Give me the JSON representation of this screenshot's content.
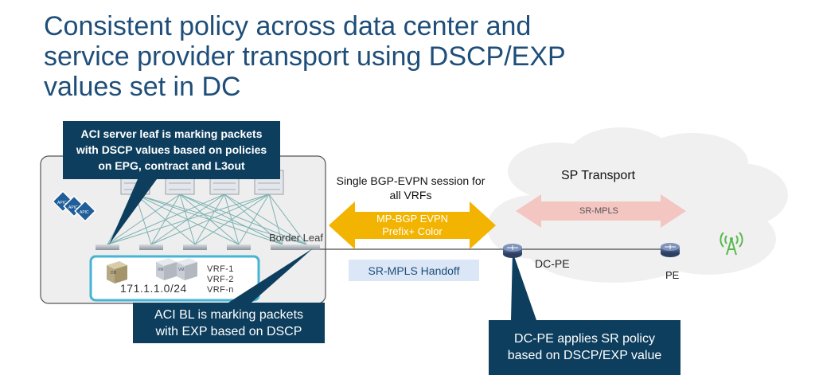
{
  "title": {
    "line1": "Consistent policy across data center and",
    "line2": "service provider transport using DSCP/EXP",
    "line3": "values set in DC"
  },
  "callouts": {
    "server_leaf": [
      "ACI server leaf is marking packets",
      "with DSCP values based on policies",
      "on EPG, contract and L3out"
    ],
    "border_leaf": [
      "ACI BL is marking packets",
      "with EXP based on DSCP"
    ],
    "dc_pe": [
      "DC-PE applies SR policy",
      "based on DSCP/EXP value"
    ]
  },
  "labels": {
    "bgp_session": [
      "Single BGP-EVPN session for",
      "all VRFs"
    ],
    "mp_bgp": [
      "MP-BGP EVPN",
      "Prefix+ Color"
    ],
    "sr_mpls_handoff": "SR-MPLS Handoff",
    "sp_transport": "SP Transport",
    "sr_mpls": "SR-MPLS",
    "border_leaf": "Border Leaf",
    "dc_pe": "DC-PE",
    "pe": "PE",
    "subnet": "171.1.1.0/24",
    "vrfs": [
      "VRF-1",
      "VRF-2",
      "VRF-n"
    ],
    "obj_db": "DB",
    "obj_vm1": "VM",
    "obj_vm2": "VM",
    "apic_tag": "APIC"
  },
  "colors": {
    "title": "#1e4e79",
    "callout_bg": "#0d3e5e",
    "arrow_gold": "#f2b400",
    "arrow_pink": "#f4c6c2",
    "handoff_box": "#dbe6f6",
    "cloud": "#f0f0f0",
    "dc_box": "#eeeeef",
    "vrf_border": "#46b4d4",
    "fabric_lines": "#6aa9a7",
    "antenna": "#58b84c"
  }
}
